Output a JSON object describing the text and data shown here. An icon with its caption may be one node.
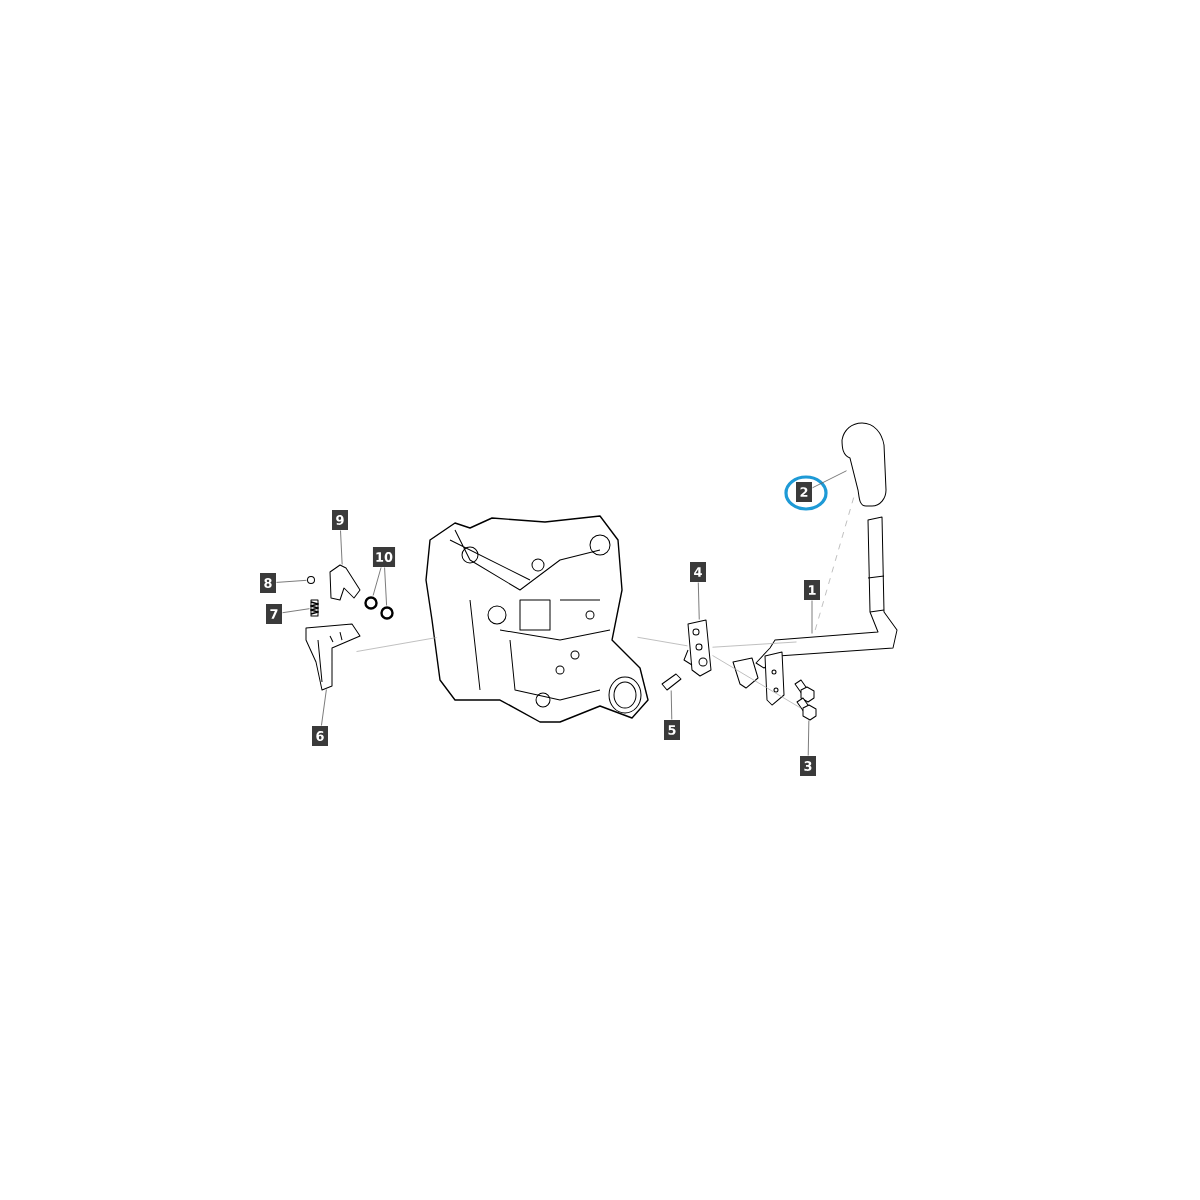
{
  "diagram": {
    "nodes": [
      {
        "text": [
          "1"
        ]
      },
      {
        "text": [
          "2"
        ]
      },
      {
        "text": [
          "3"
        ]
      },
      {
        "text": [
          "4"
        ]
      },
      {
        "text": [
          "5"
        ]
      },
      {
        "text": [
          "6"
        ]
      },
      {
        "text": [
          "7"
        ]
      },
      {
        "text": [
          "8"
        ]
      },
      {
        "text": [
          "9"
        ]
      },
      {
        "text": [
          "10"
        ]
      },
      {
        "text": [],
        "shape": "picture"
      },
      {
        "text": [],
        "shape": "picture"
      },
      {
        "text": [],
        "shape": "picture"
      },
      {
        "text": [],
        "shape": "picture"
      },
      {
        "text": [],
        "shape": "picture"
      },
      {
        "text": [],
        "shape": "picture"
      },
      {
        "text": [],
        "shape": "picture"
      },
      {
        "text": [],
        "shape": "picture"
      },
      {
        "text": [],
        "shape": "picture"
      },
      {
        "text": [],
        "shape": "picture"
      },
      {
        "text": [],
        "shape": "picture"
      },
      {
        "text": [],
        "shape": "picture"
      }
    ],
    "edges": [
      {
        "from": 0,
        "to": 10,
        "arrow": "none"
      },
      {
        "from": 1,
        "to": 11,
        "arrow": "none"
      },
      {
        "from": 2,
        "to": 12,
        "arrow": "none"
      },
      {
        "from": 3,
        "to": 13,
        "arrow": "none"
      },
      {
        "from": 4,
        "to": 14,
        "arrow": "none"
      },
      {
        "from": 5,
        "to": 15,
        "arrow": "none"
      },
      {
        "from": 6,
        "to": 16,
        "arrow": "none"
      },
      {
        "from": 7,
        "to": 17,
        "arrow": "none"
      },
      {
        "from": 8,
        "to": 18,
        "arrow": "none"
      },
      {
        "from": 9,
        "to": 19,
        "arrow": "none"
      },
      {
        "from": 9,
        "to": 20,
        "arrow": "none"
      },
      {
        "from": 11,
        "to": 10,
        "arrow": "none",
        "style": "dashed",
        "color": "#b0b0b0"
      },
      {
        "from": 15,
        "to": 21,
        "arrow": "none",
        "color": "#b0b0b0"
      },
      {
        "from": 21,
        "to": 13,
        "arrow": "none",
        "color": "#b0b0b0"
      },
      {
        "from": 13,
        "to": 10,
        "arrow": "none",
        "color": "#b0b0b0"
      },
      {
        "from": 13,
        "to": 12,
        "arrow": "none",
        "color": "#b0b0b0"
      }
    ]
  }
}
